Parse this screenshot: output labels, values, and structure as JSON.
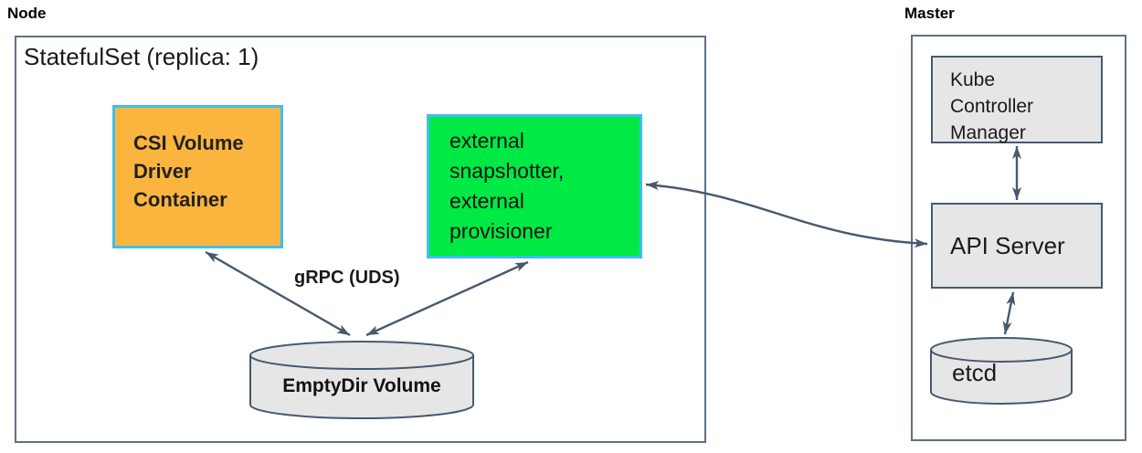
{
  "node": {
    "label": "Node",
    "statefulset_title": "StatefulSet (replica: 1)",
    "csi_container": {
      "lines": [
        "CSI Volume",
        "Driver",
        "Container"
      ]
    },
    "sidecar_container": {
      "lines": [
        "external",
        "snapshotter,",
        "external",
        "provisioner"
      ]
    },
    "grpc_label": "gRPC (UDS)",
    "emptydir_label": "EmptyDir Volume"
  },
  "master": {
    "label": "Master",
    "kube_controller_manager": {
      "lines": [
        "Kube",
        "Controller",
        "Manager"
      ]
    },
    "api_server_label": "API Server",
    "etcd_label": "etcd"
  },
  "colors": {
    "csi_fill": "#FBB53E",
    "sidecar_fill": "#00E944",
    "highlight_border": "#3EBEF0",
    "component_fill": "#E7E6E6",
    "line": "#47596E"
  }
}
